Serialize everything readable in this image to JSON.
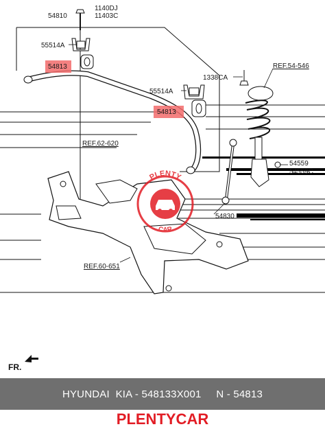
{
  "labels": {
    "p1140dj": "1140DJ",
    "p11403c": "11403C",
    "p54810": "54810",
    "p55514a_top": "55514A",
    "p54813_top": "54813",
    "p55514a_mid": "55514A",
    "p54813_mid": "54813",
    "p1338ca": "1338CA",
    "ref_54_546": "REF.54-546",
    "ref_62_620": "REF.62-620",
    "ref_60_651": "REF.60-651",
    "p54559": "54559",
    "p54559c": "54559C",
    "p54830": "54830",
    "direction": "FR."
  },
  "highlight_color": "#f26b6b",
  "watermark": {
    "top_text": "PLENTY",
    "bottom_text": "CAR",
    "color": "#e21d25"
  },
  "footer": {
    "caption": "HYUNDAI  KIA - 548133X001     N - 54813",
    "brand": "PLENTYCAR"
  }
}
